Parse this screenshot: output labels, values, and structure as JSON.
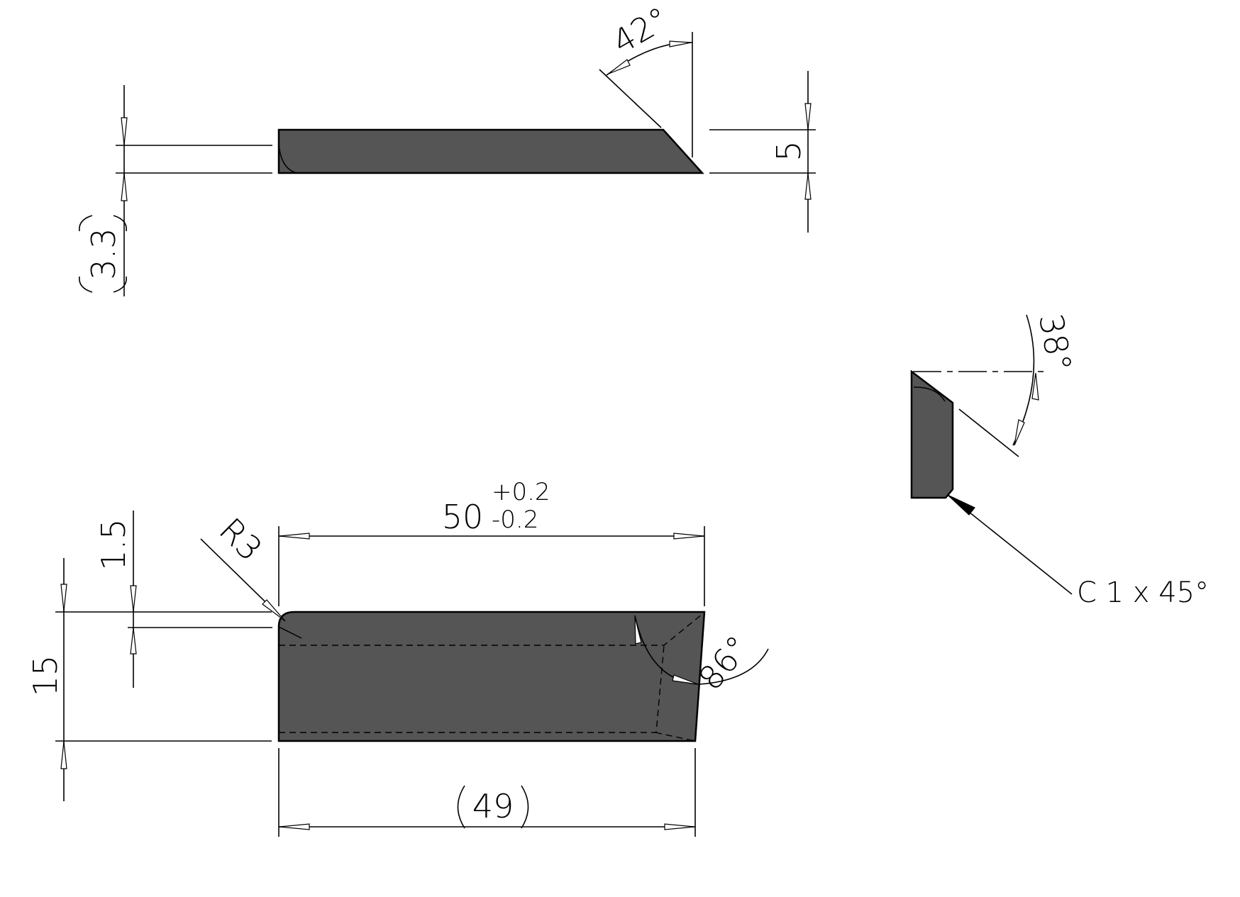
{
  "drawing": {
    "top_view": {
      "thickness_label": "5",
      "angle_label": "42°",
      "ref_label": "3.3"
    },
    "front_view": {
      "height_label": "15",
      "inset_label": "1.5",
      "radius_label": "R3",
      "length_label": "50",
      "tol_plus": "+0.2",
      "tol_minus": "-0.2",
      "angle_label": "86°",
      "ref_length_label": "49"
    },
    "side_view": {
      "angle_label": "38°",
      "chamfer_label": "C 1 x 45°"
    }
  }
}
